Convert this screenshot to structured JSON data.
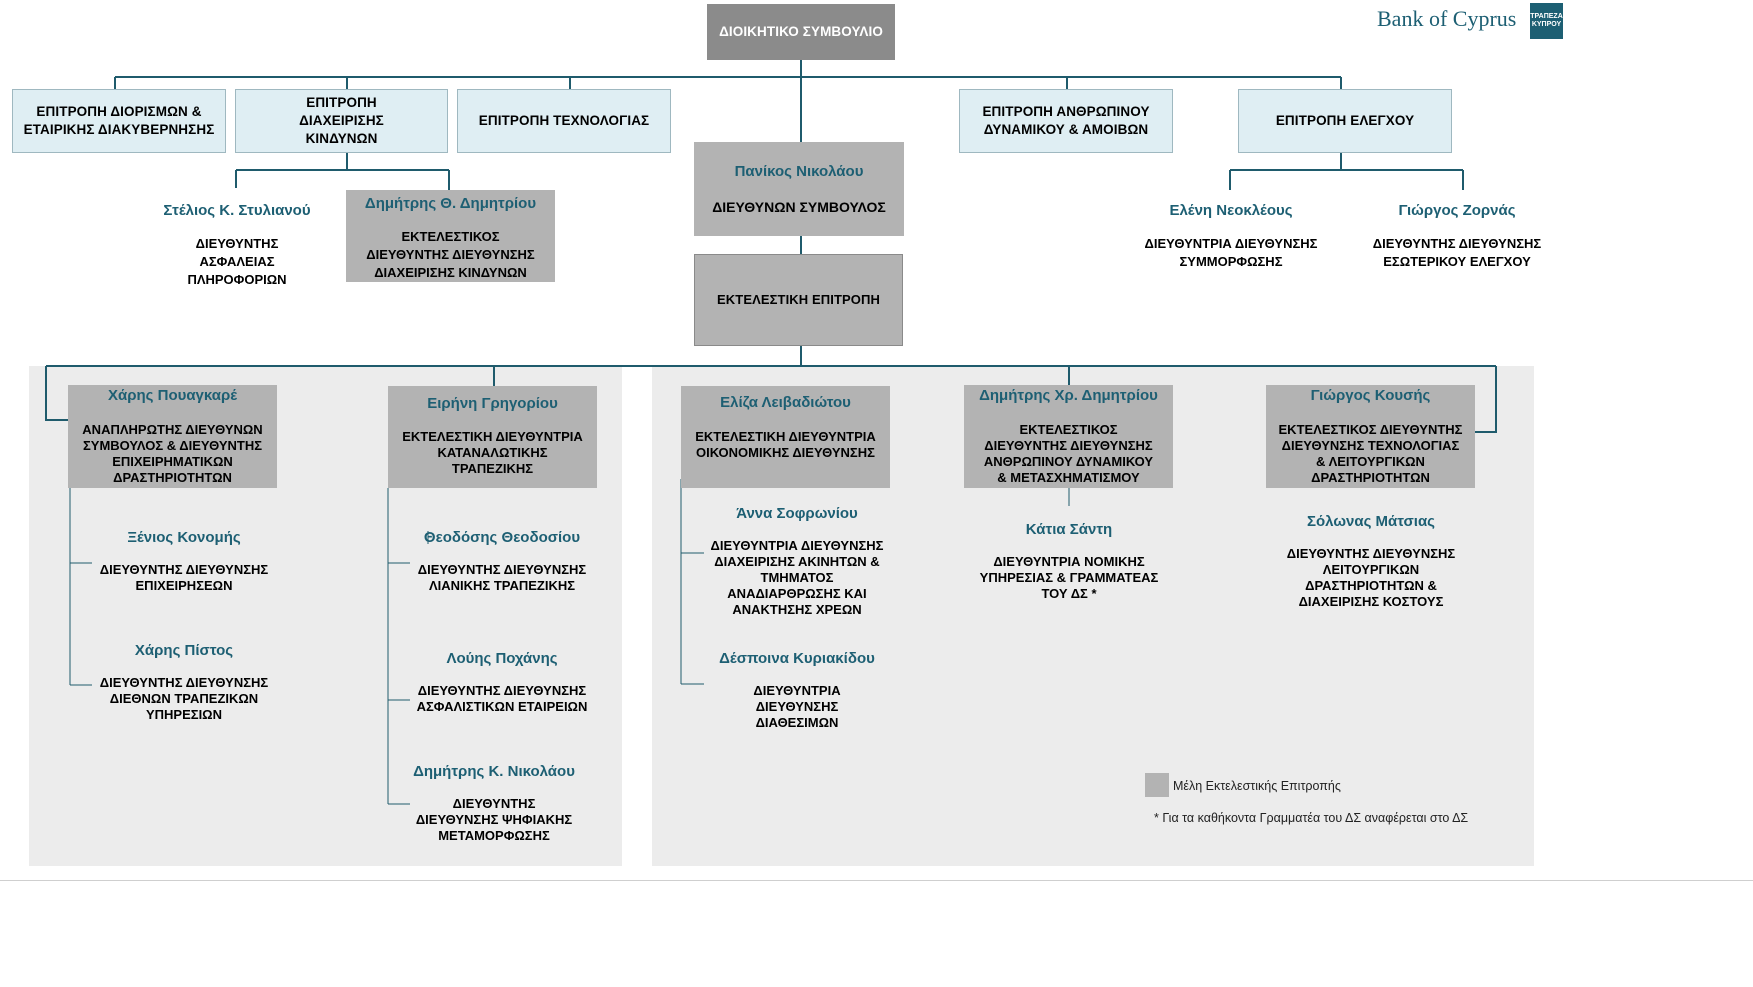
{
  "brand": {
    "name": "Bank of Cyprus",
    "seal_text": "ΤΡΑΠΕΖΑ ΚΥΠΡΟΥ"
  },
  "board": "ΔΙΟΙΚΗΤΙΚΟ ΣΥΜΒΟΥΛΙΟ",
  "committees": [
    {
      "label": "ΕΠΙΤΡΟΠΗ ΔΙΟΡΙΣΜΩΝ & ΕΤΑΙΡΙΚΗΣ ΔΙΑΚΥΒΕΡΝΗΣΗΣ"
    },
    {
      "label": "ΕΠΙΤΡΟΠΗ ΔΙΑΧΕΙΡΙΣΗΣ ΚΙΝΔΥΝΩΝ"
    },
    {
      "label": "ΕΠΙΤΡΟΠΗ ΤΕΧΝΟΛΟΓΙΑΣ"
    },
    {
      "label": "ΕΠΙΤΡΟΠΗ ΑΝΘΡΩΠΙΝΟΥ ΔΥΝΑΜΙΚΟΥ & ΑΜΟΙΒΩΝ"
    },
    {
      "label": "ΕΠΙΤΡΟΠΗ ΕΛΕΓΧΟΥ"
    }
  ],
  "ceo": {
    "name": "Πανίκος Νικολάου",
    "title": "ΔΙΕΥΘΥΝΩΝ ΣΥΜΒΟΥΛΟΣ"
  },
  "exco": "ΕΚΤΕΛΕΣΤΙΚΗ ΕΠΙΤΡΟΠΗ",
  "risk_reports": [
    {
      "name": "Στέλιος Κ. Στυλιανού",
      "title": "ΔΙΕΥΘΥΝΤΗΣ ΑΣΦΑΛΕΙΑΣ ΠΛΗΡΟΦΟΡΙΩΝ"
    },
    {
      "name": "Δημήτρης Θ. Δημητρίου",
      "title": "ΕΚΤΕΛΕΣΤΙΚΟΣ ΔΙΕΥΘΥΝΤΗΣ ΔΙΕΥΘΥΝΣΗΣ ΔΙΑΧΕΙΡΙΣΗΣ ΚΙΝΔΥΝΩΝ"
    }
  ],
  "audit_reports": [
    {
      "name": "Ελένη Νεοκλέους",
      "title": "ΔΙΕΥΘΥΝΤΡΙΑ ΔΙΕΥΘΥΝΣΗΣ ΣΥΜΜΟΡΦΩΣΗΣ"
    },
    {
      "name": "Γιώργος Ζορνάς",
      "title": "ΔΙΕΥΘΥΝΤΗΣ ΔΙΕΥΘΥΝΣΗΣ ΕΣΩΤΕΡΙΚΟΥ ΕΛΕΓΧΟΥ"
    }
  ],
  "executives": [
    {
      "name": "Χάρης Πουαγκαρέ",
      "title": "ΑΝΑΠΛΗΡΩΤΗΣ ΔΙΕΥΘΥΝΩΝ ΣΥΜΒΟΥΛΟΣ & ΔΙΕΥΘΥΝΤΗΣ ΕΠΙΧΕΙΡΗΜΑΤΙΚΩΝ ΔΡΑΣΤΗΡΙΟΤΗΤΩΝ",
      "reports": [
        {
          "name": "Ξένιος Κονομής",
          "title": "ΔΙΕΥΘΥΝΤΗΣ ΔΙΕΥΘΥΝΣΗΣ ΕΠΙΧΕΙΡΗΣΕΩΝ"
        },
        {
          "name": "Χάρης Πίστος",
          "title": "ΔΙΕΥΘΥΝΤΗΣ ΔΙΕΥΘΥΝΣΗΣ ΔΙΕΘΝΩΝ ΤΡΑΠΕΖΙΚΩΝ ΥΠΗΡΕΣΙΩΝ"
        }
      ]
    },
    {
      "name": "Ειρήνη Γρηγορίου",
      "title": "ΕΚΤΕΛΕΣΤΙΚΗ ΔΙΕΥΘΥΝΤΡΙΑ ΚΑΤΑΝΑΛΩΤΙΚΗΣ ΤΡΑΠΕΖΙΚΗΣ",
      "reports": [
        {
          "name": "Θεοδόσης Θεοδοσίου",
          "title": "ΔΙΕΥΘΥΝΤΗΣ ΔΙΕΥΘΥΝΣΗΣ ΛΙΑΝΙΚΗΣ ΤΡΑΠΕΖΙΚΗΣ"
        },
        {
          "name": "Λούης Ποχάνης",
          "title": "ΔΙΕΥΘΥΝΤΗΣ ΔΙΕΥΘΥΝΣΗΣ ΑΣΦΑΛΙΣΤΙΚΩΝ ΕΤΑΙΡΕΙΩΝ"
        },
        {
          "name": "Δημήτρης Κ. Νικολάου",
          "title": "ΔΙΕΥΘΥΝΤΗΣ ΔΙΕΥΘΥΝΣΗΣ ΨΗΦΙΑΚΗΣ ΜΕΤΑΜΟΡΦΩΣΗΣ"
        }
      ]
    },
    {
      "name": "Ελίζα Λειβαδιώτου",
      "title": "ΕΚΤΕΛΕΣΤΙΚΗ ΔΙΕΥΘΥΝΤΡΙΑ ΟΙΚΟΝΟΜΙΚΗΣ ΔΙΕΥΘΥΝΣΗΣ",
      "reports": [
        {
          "name": "Άννα Σοφρωνίου",
          "title": "ΔΙΕΥΘΥΝΤΡΙΑ ΔΙΕΥΘΥΝΣΗΣ ΔΙΑΧΕΙΡΙΣΗΣ ΑΚΙΝΗΤΩΝ & ΤΜΗΜΑΤΟΣ ΑΝΑΔΙΑΡΘΡΩΣΗΣ ΚΑΙ ΑΝΑΚΤΗΣΗΣ ΧΡΕΩΝ"
        },
        {
          "name": "Δέσποινα Κυριακίδου",
          "title": "ΔΙΕΥΘΥΝΤΡΙΑ ΔΙΕΥΘΥΝΣΗΣ ΔΙΑΘΕΣΙΜΩΝ"
        }
      ]
    },
    {
      "name": "Δημήτρης Χρ. Δημητρίου",
      "title": "ΕΚΤΕΛΕΣΤΙΚΟΣ ΔΙΕΥΘΥΝΤΗΣ ΔΙΕΥΘΥΝΣΗΣ ΑΝΘΡΩΠΙΝΟΥ ΔΥΝΑΜΙΚΟΥ & ΜΕΤΑΣΧΗΜΑΤΙΣΜΟΥ",
      "reports": [
        {
          "name": "Κάτια Σάντη",
          "title": "ΔΙΕΥΘΥΝΤΡΙΑ ΝΟΜΙΚΗΣ ΥΠΗΡΕΣΙΑΣ & ΓΡΑΜΜΑΤΕΑΣ ΤΟΥ ΔΣ *"
        }
      ]
    },
    {
      "name": "Γιώργος Κουσής",
      "title": "ΕΚΤΕΛΕΣΤΙΚΟΣ ΔΙΕΥΘΥΝΤΗΣ ΔΙΕΥΘΥΝΣΗΣ ΤΕΧΝΟΛΟΓΙΑΣ & ΛΕΙΤΟΥΡΓΙΚΩΝ ΔΡΑΣΤΗΡΙΟΤΗΤΩΝ",
      "reports": [
        {
          "name": "Σόλωνας Μάτσιας",
          "title": "ΔΙΕΥΘΥΝΤΗΣ ΔΙΕΥΘΥΝΣΗΣ ΛΕΙΤΟΥΡΓΙΚΩΝ ΔΡΑΣΤΗΡΙΟΤΗΤΩΝ & ΔΙΑΧΕΙΡΙΣΗΣ ΚΟΣΤΟΥΣ"
        }
      ]
    }
  ],
  "legend": {
    "label": "Μέλη Εκτελεστικής Επιτροπής"
  },
  "footnote": "*  Για τα καθήκοντα Γραμματέα του ΔΣ αναφέρεται στο ΔΣ"
}
